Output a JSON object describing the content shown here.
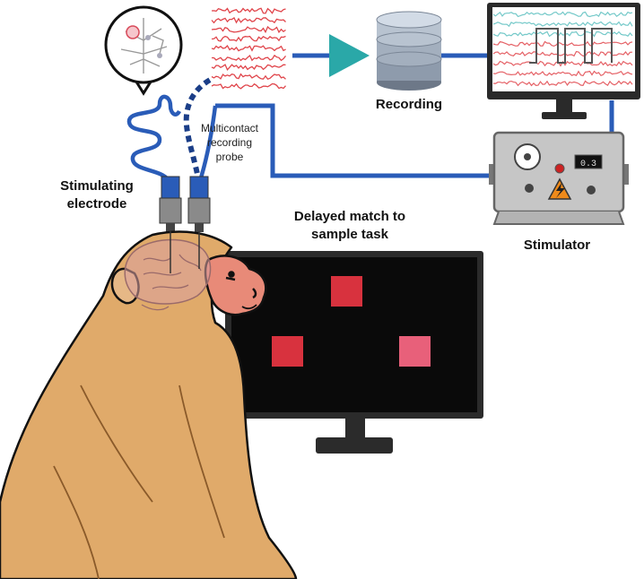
{
  "labels": {
    "recording": "Recording",
    "probe_line1": "Multicontact",
    "probe_line2": "recording",
    "probe_line3": "probe",
    "stim_electrode_line1": "Stimulating",
    "stim_electrode_line2": "electrode",
    "task_line1": "Delayed match to",
    "task_line2": "sample task",
    "stimulator": "Stimulator"
  },
  "stimulator_display": "0.3",
  "colors": {
    "cable": "#2a5cb8",
    "amplifier": "#2aa8a8",
    "trace_red": "#e0454b",
    "trace_teal": "#5cc0c0",
    "monkey_fur": "#e0aa6a",
    "monkey_face": "#e88a78",
    "task_square_a": "#d8323e",
    "task_square_b": "#e8607a",
    "screen": "#0a0a0a"
  },
  "icons": [
    "neuron-icon",
    "amplifier-icon",
    "database-icon",
    "monitor-icon",
    "stimulator-icon",
    "high-voltage-icon"
  ]
}
